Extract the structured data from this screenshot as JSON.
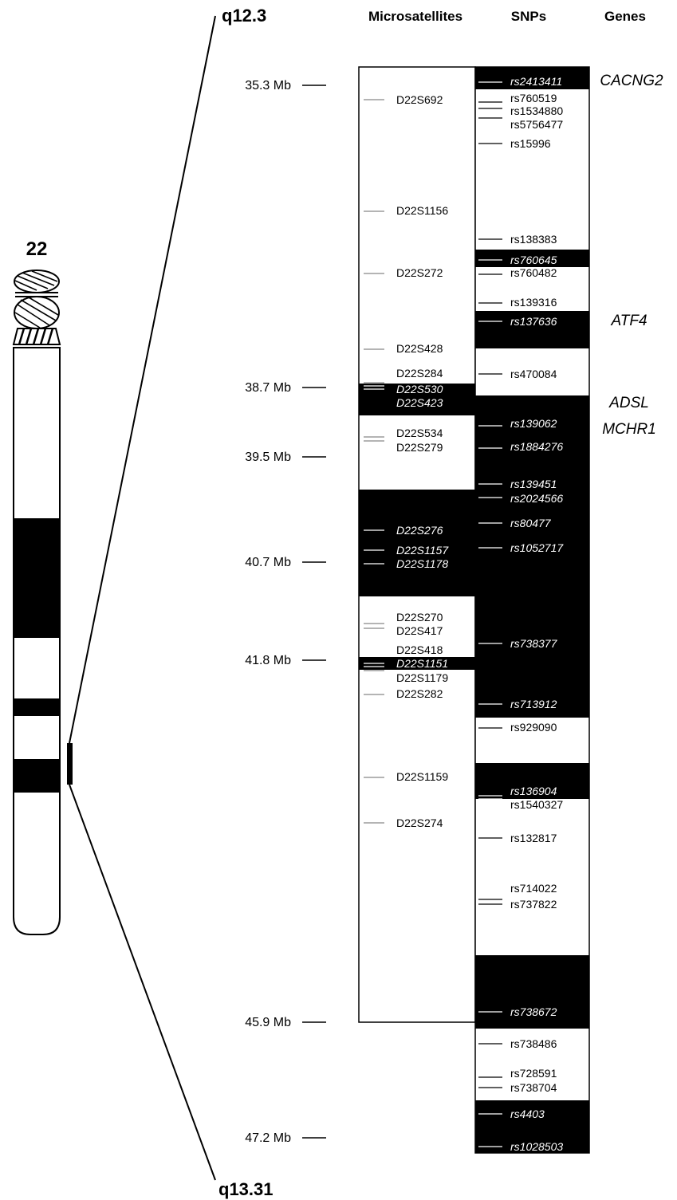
{
  "chromosome": {
    "number": "22",
    "band_top": "q12.3",
    "band_bottom": "q13.31"
  },
  "columns": {
    "microsatellites": "Microsatellites",
    "snps": "SNPs",
    "genes": "Genes"
  },
  "scale_marks": [
    {
      "label": "35.3 Mb"
    },
    {
      "label": "38.7 Mb"
    },
    {
      "label": "39.5 Mb"
    },
    {
      "label": "40.7 Mb"
    },
    {
      "label": "41.8 Mb"
    },
    {
      "label": "45.9 Mb"
    },
    {
      "label": "47.2 Mb"
    }
  ],
  "microsatellites": [
    {
      "name": "D22S692",
      "italic": false
    },
    {
      "name": "D22S1156",
      "italic": false
    },
    {
      "name": "D22S272",
      "italic": false
    },
    {
      "name": "D22S428",
      "italic": false
    },
    {
      "name": "D22S284",
      "italic": false
    },
    {
      "name": "D22S530",
      "italic": true
    },
    {
      "name": "D22S423",
      "italic": true
    },
    {
      "name": "D22S534",
      "italic": false
    },
    {
      "name": "D22S279",
      "italic": false
    },
    {
      "name": "D22S276",
      "italic": true
    },
    {
      "name": "D22S1157",
      "italic": true
    },
    {
      "name": "D22S1178",
      "italic": true
    },
    {
      "name": "D22S270",
      "italic": false
    },
    {
      "name": "D22S417",
      "italic": false
    },
    {
      "name": "D22S418",
      "italic": false
    },
    {
      "name": "D22S1151",
      "italic": true
    },
    {
      "name": "D22S1179",
      "italic": false
    },
    {
      "name": "D22S282",
      "italic": false
    },
    {
      "name": "D22S1159",
      "italic": false
    },
    {
      "name": "D22S274",
      "italic": false
    }
  ],
  "snps": [
    {
      "name": "rs2413411",
      "italic": true
    },
    {
      "name": "rs760519",
      "italic": false
    },
    {
      "name": "rs1534880",
      "italic": false
    },
    {
      "name": "rs5756477",
      "italic": false
    },
    {
      "name": "rs15996",
      "italic": false
    },
    {
      "name": "rs138383",
      "italic": false
    },
    {
      "name": "rs760645",
      "italic": true
    },
    {
      "name": "rs760482",
      "italic": false
    },
    {
      "name": "rs139316",
      "italic": false
    },
    {
      "name": "rs137636",
      "italic": true
    },
    {
      "name": "rs470084",
      "italic": false
    },
    {
      "name": "rs139062",
      "italic": true
    },
    {
      "name": "rs1884276",
      "italic": true
    },
    {
      "name": "rs139451",
      "italic": true
    },
    {
      "name": "rs2024566",
      "italic": true
    },
    {
      "name": "rs80477",
      "italic": true
    },
    {
      "name": "rs1052717",
      "italic": true
    },
    {
      "name": "rs738377",
      "italic": true
    },
    {
      "name": "rs713912",
      "italic": true
    },
    {
      "name": "rs929090",
      "italic": false
    },
    {
      "name": "rs136904",
      "italic": true
    },
    {
      "name": "rs1540327",
      "italic": false
    },
    {
      "name": "rs132817",
      "italic": false
    },
    {
      "name": "rs714022",
      "italic": false
    },
    {
      "name": "rs737822",
      "italic": false
    },
    {
      "name": "rs738672",
      "italic": true
    },
    {
      "name": "rs738486",
      "italic": false
    },
    {
      "name": "rs728591",
      "italic": false
    },
    {
      "name": "rs738704",
      "italic": false
    },
    {
      "name": "rs4403",
      "italic": true
    },
    {
      "name": "rs1028503",
      "italic": true
    }
  ],
  "genes": [
    {
      "name": "CACNG2"
    },
    {
      "name": "ATF4"
    },
    {
      "name": "ADSL"
    },
    {
      "name": "MCHR1"
    }
  ],
  "colors": {
    "ink": "#000000",
    "paper": "#ffffff",
    "marker_tick": "#888888"
  }
}
